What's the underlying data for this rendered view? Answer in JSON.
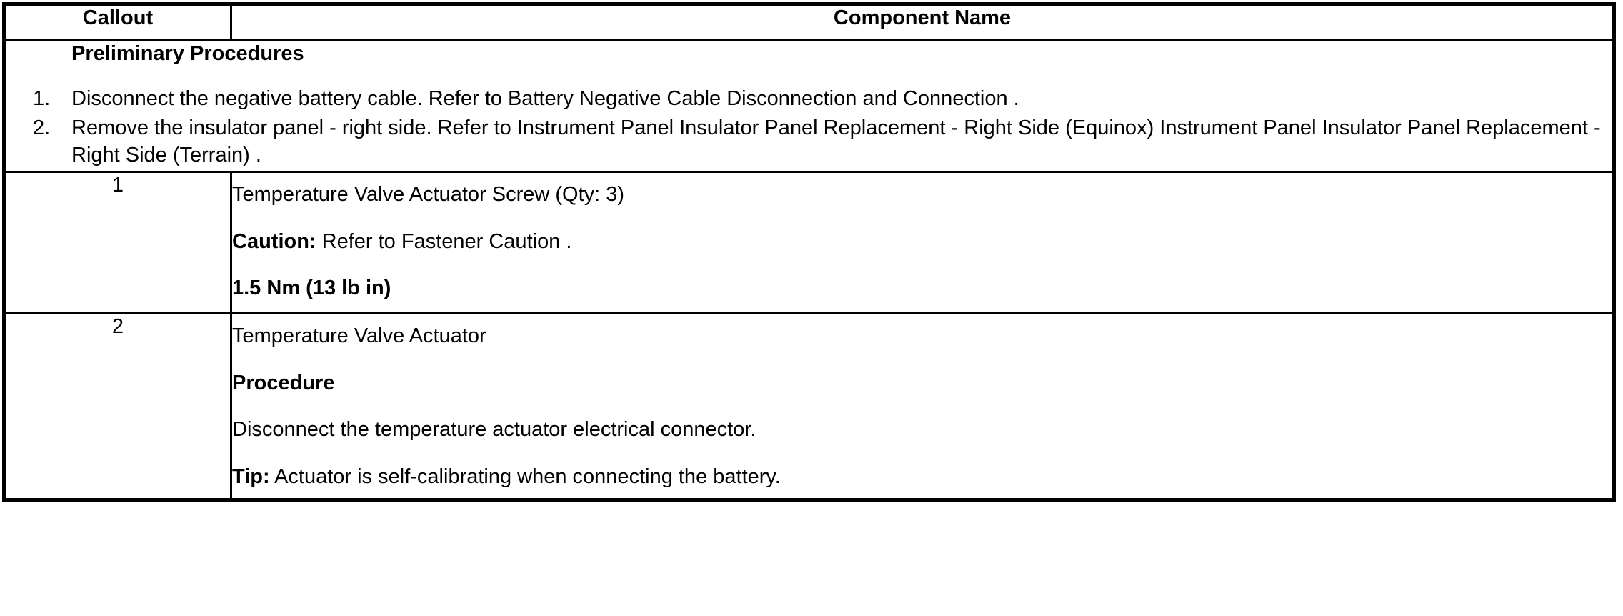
{
  "table": {
    "headers": {
      "callout": "Callout",
      "component_name": "Component Name"
    },
    "preliminary": {
      "title": "Preliminary Procedures",
      "steps": [
        {
          "number": "1.",
          "text": "Disconnect the negative battery cable. Refer to Battery Negative Cable Disconnection and Connection ."
        },
        {
          "number": "2.",
          "text": "Remove the insulator panel - right side. Refer to Instrument Panel Insulator Panel Replacement - Right Side (Equinox) Instrument Panel Insulator Panel Replacement - Right Side (Terrain) ."
        }
      ]
    },
    "rows": [
      {
        "callout": "1",
        "blocks": [
          {
            "style": "normal",
            "lead": "",
            "text": "Temperature Valve Actuator Screw (Qty: 3)"
          },
          {
            "style": "normal",
            "lead": "Caution:",
            "text": " Refer to Fastener Caution ."
          },
          {
            "style": "bold",
            "lead": "",
            "text": "1.5 Nm (13 lb in)"
          }
        ]
      },
      {
        "callout": "2",
        "blocks": [
          {
            "style": "normal",
            "lead": "",
            "text": "Temperature Valve Actuator"
          },
          {
            "style": "bold",
            "lead": "",
            "text": "Procedure"
          },
          {
            "style": "normal",
            "lead": "",
            "text": "Disconnect the temperature actuator electrical connector."
          },
          {
            "style": "normal",
            "lead": "Tip:",
            "text": " Actuator is self-calibrating when connecting the battery."
          }
        ]
      }
    ]
  },
  "colors": {
    "border": "#000000",
    "text": "#000000",
    "background": "#ffffff"
  }
}
